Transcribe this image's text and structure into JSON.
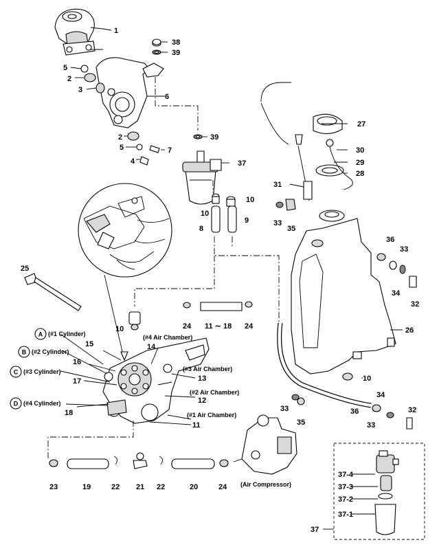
{
  "labels": {
    "p1": "1",
    "p2a": "2",
    "p2b": "2",
    "p3": "3",
    "p4": "4",
    "p5a": "5",
    "p5b": "5",
    "p6": "6",
    "p7": "7",
    "p8": "8",
    "p9": "9",
    "p10a": "10",
    "p10b": "10",
    "p10c": "10",
    "p10d": "10",
    "p11a": "11",
    "p11b": "11 ∼ 18",
    "p12": "12",
    "p13": "13",
    "p14": "14",
    "p15": "15",
    "p16": "16",
    "p17": "17",
    "p18": "18",
    "p19": "19",
    "p20": "20",
    "p21": "21",
    "p22a": "22",
    "p22b": "22",
    "p23": "23",
    "p24a": "24",
    "p24b": "24",
    "p24c": "24",
    "p25": "25",
    "p26": "26",
    "p27": "27",
    "p28": "28",
    "p29": "29",
    "p30": "30",
    "p31": "31",
    "p32a": "32",
    "p32b": "32",
    "p33a": "33",
    "p33b": "33",
    "p33c": "33",
    "p33d": "33",
    "p34a": "34",
    "p34b": "34",
    "p35a": "35",
    "p35b": "35",
    "p36a": "36",
    "p36b": "36",
    "p37a": "37",
    "p37b": "37",
    "p37_1": "37-1",
    "p37_2": "37-2",
    "p37_3": "37-3",
    "p37_4": "37-4",
    "p38": "38",
    "p39a": "39",
    "p39b": "39"
  },
  "cylinders": [
    {
      "letter": "A",
      "text": "(#1 Cylinder)"
    },
    {
      "letter": "B",
      "text": "(#2 Cylinder)"
    },
    {
      "letter": "C",
      "text": "(#3 Cylinder)"
    },
    {
      "letter": "D",
      "text": "(#4 Cylinder)"
    }
  ],
  "chambers": {
    "c4": "(#4 Air Chamber)",
    "c3": "(#3 Air Chamber)",
    "c2": "(#2 Air Chamber)",
    "c1": "(#1 Air Chamber)"
  },
  "compressor_caption": "(Air Compressor)"
}
